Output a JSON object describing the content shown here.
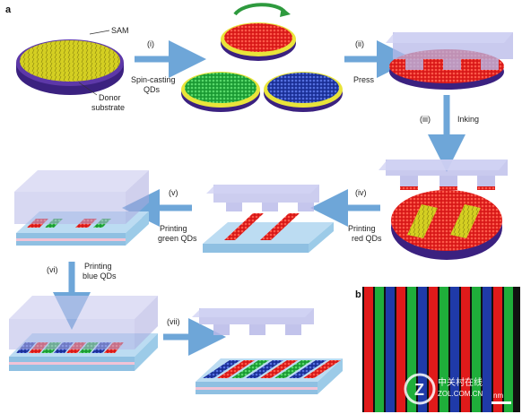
{
  "panels": {
    "a": "a",
    "b": "b"
  },
  "labels": {
    "sam": "SAM",
    "donor_1": "Donor",
    "donor_2": "substrate"
  },
  "steps": [
    {
      "roman": "(i)",
      "line1": "Spin-casting",
      "line2": "QDs"
    },
    {
      "roman": "(ii)",
      "line1": "Press",
      "line2": ""
    },
    {
      "roman": "(iii)",
      "line1": "Inking",
      "line2": ""
    },
    {
      "roman": "(iv)",
      "line1": "Printing",
      "line2": "red QDs"
    },
    {
      "roman": "(v)",
      "line1": "Printing",
      "line2": "green QDs"
    },
    {
      "roman": "(vi)",
      "line1": "Printing",
      "line2": "blue QDs"
    },
    {
      "roman": "(vii)",
      "line1": "",
      "line2": ""
    }
  ],
  "watermark": {
    "brand": "中关村在线",
    "site": "ZOL.COM.CN"
  },
  "scalebar_label": "nm",
  "colors": {
    "red": "#e01a1a",
    "green": "#1fae3a",
    "blue": "#1f3aa8",
    "yellow": "#e9e43a",
    "donor": "#4a2a8a",
    "stamp": "#b7b8e8",
    "arrow": "#6ea6d8",
    "glass": "#bcdcf2"
  }
}
